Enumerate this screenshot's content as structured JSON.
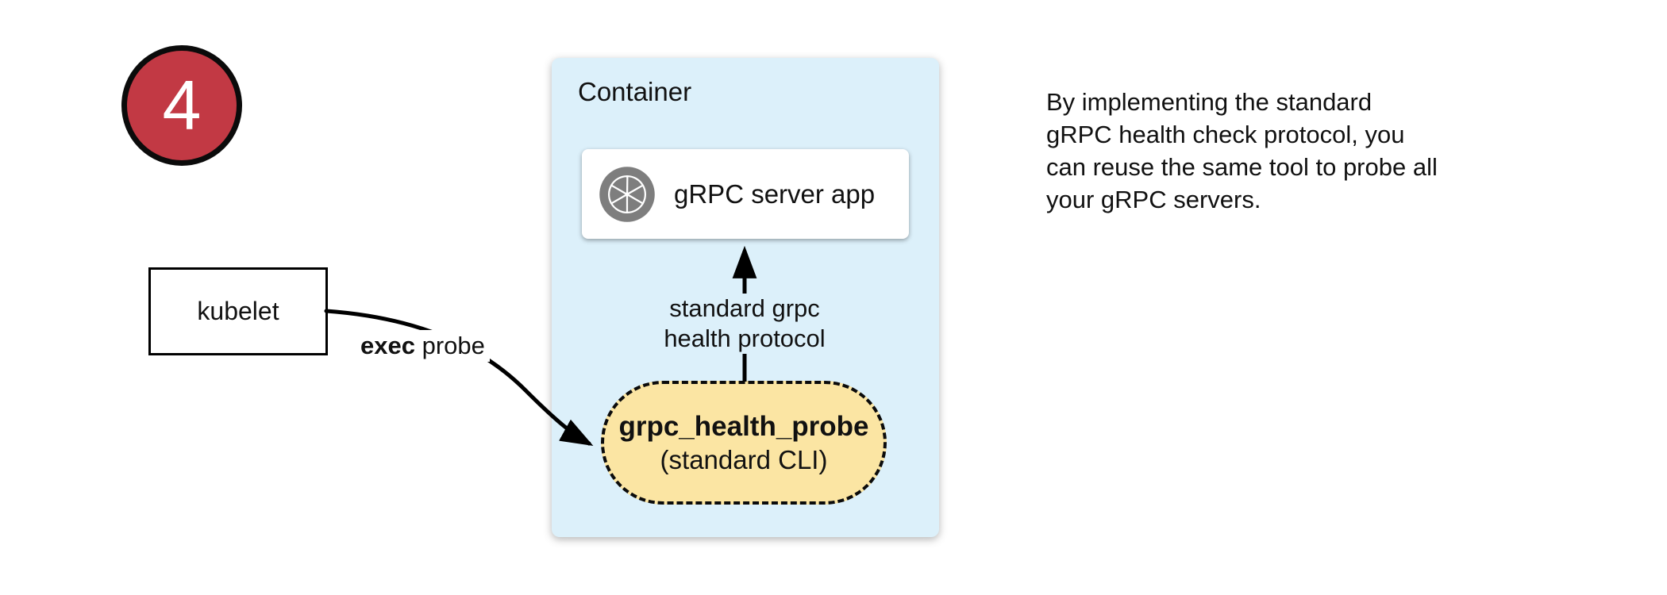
{
  "step_badge": {
    "number": "4",
    "fill_color": "#C23944"
  },
  "kubelet": {
    "label": "kubelet"
  },
  "exec_probe_label": {
    "bold_part": "exec",
    "rest_part": " probe"
  },
  "container": {
    "label": "Container",
    "fill_color": "#DCF0FA",
    "server_app": {
      "label": "gRPC server app",
      "icon": "aperture-icon",
      "icon_color": "#7E7E7E"
    },
    "probe_tool": {
      "title": "grpc_health_probe",
      "subtitle": "(standard CLI)",
      "fill_color": "#FBE5A3"
    },
    "protocol_arrow_label": {
      "line1": "standard grpc",
      "line2": "health protocol"
    }
  },
  "note": {
    "lines": [
      "By implementing the standard",
      "gRPC health check protocol, you",
      "can reuse the same tool to probe all",
      "your gRPC servers."
    ]
  }
}
